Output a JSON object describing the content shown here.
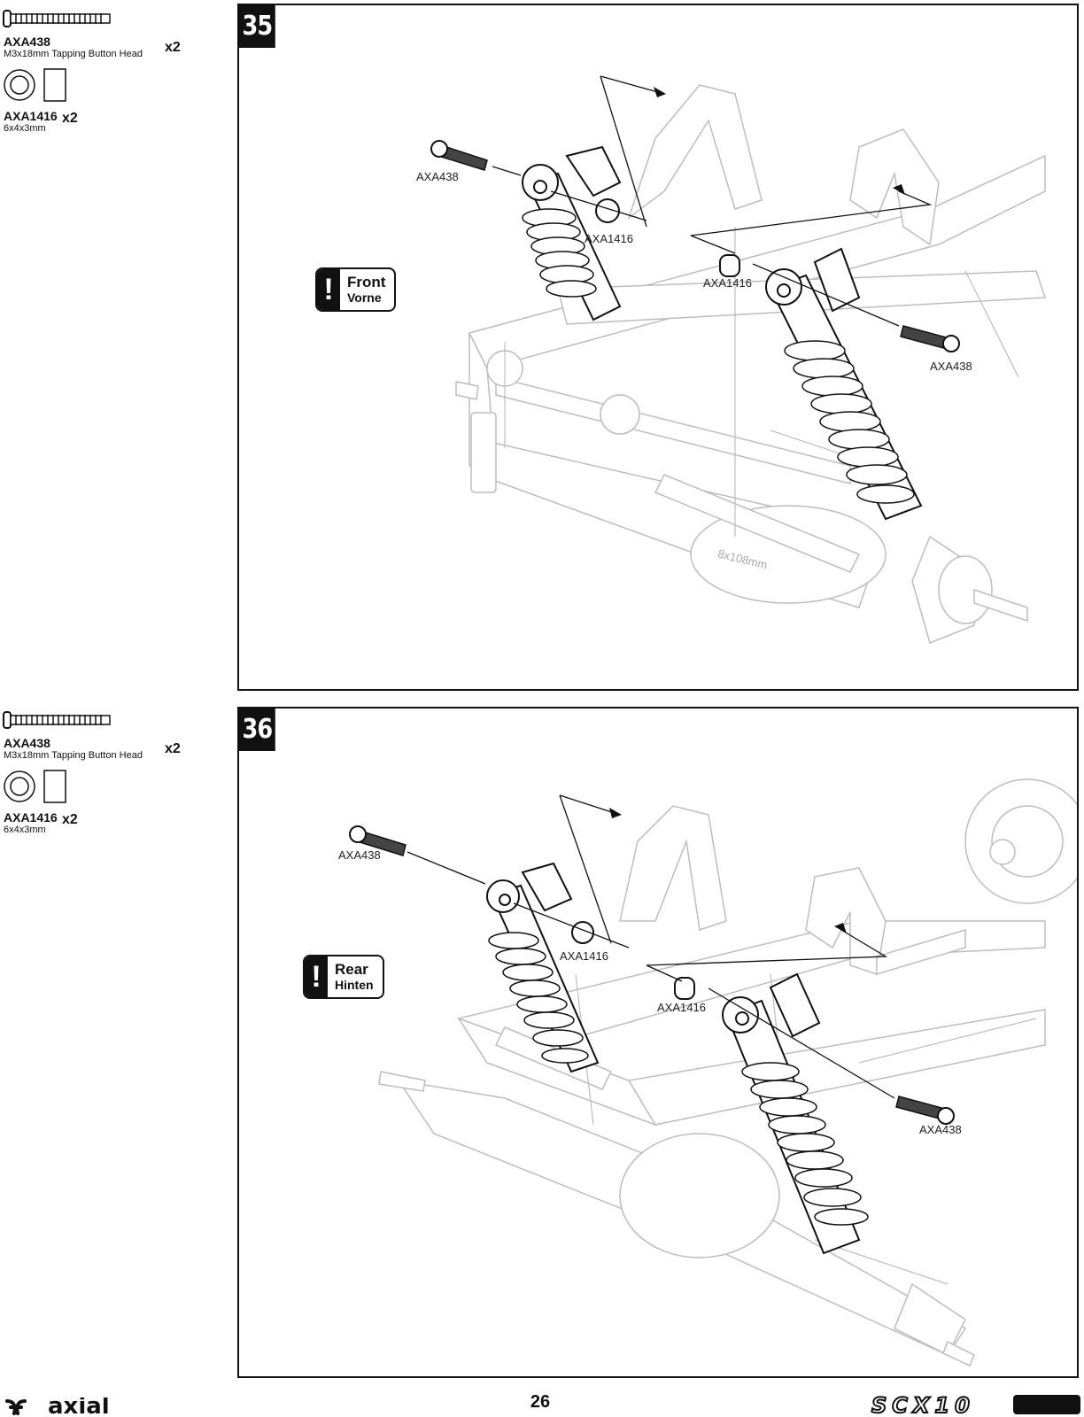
{
  "steps": [
    {
      "number": "35",
      "parts": [
        {
          "code": "AXA438",
          "desc": "M3x18mm Tapping Button Head",
          "qty": "x2",
          "icon": "screw-icon"
        },
        {
          "code": "AXA1416",
          "desc": "6x4x3mm",
          "qty": "x2",
          "icon": "spacer-icon"
        }
      ],
      "note": {
        "line1": "Front",
        "line2": "Vorne"
      },
      "callouts": [
        "AXA438",
        "AXA1416",
        "AXA1416",
        "AXA438"
      ],
      "tube_label": "8x108mm"
    },
    {
      "number": "36",
      "parts": [
        {
          "code": "AXA438",
          "desc": "M3x18mm Tapping Button Head",
          "qty": "x2",
          "icon": "screw-icon"
        },
        {
          "code": "AXA1416",
          "desc": "6x4x3mm",
          "qty": "x2",
          "icon": "spacer-icon"
        }
      ],
      "note": {
        "line1": "Rear",
        "line2": "Hinten"
      },
      "callouts": [
        "AXA438",
        "AXA1416",
        "AXA1416",
        "AXA438"
      ]
    }
  ],
  "footer": {
    "brand": "axial",
    "page_number": "26",
    "product": "SCX10"
  }
}
